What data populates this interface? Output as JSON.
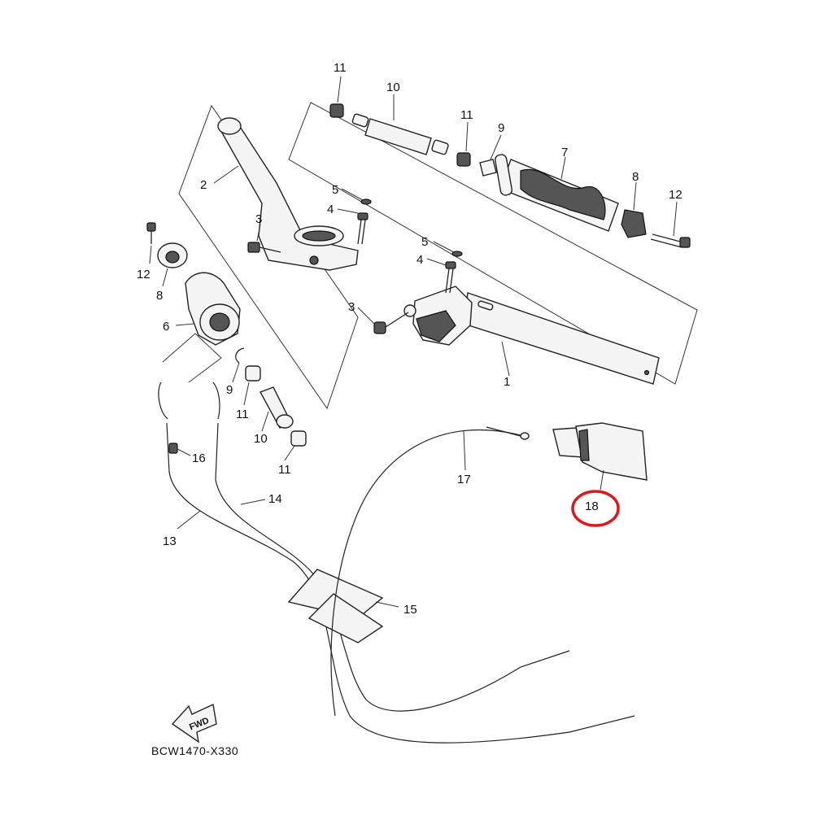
{
  "diagram": {
    "drawing_code": "BCW1470-X330",
    "fwd_label": "FWD",
    "highlight_color": "#e01818",
    "highlighted_part": "18",
    "callouts": {
      "p1": "1",
      "p2": "2",
      "p3a": "3",
      "p3b": "3",
      "p4a": "4",
      "p4b": "4",
      "p5a": "5",
      "p5b": "5",
      "p6": "6",
      "p7": "7",
      "p8a": "8",
      "p8b": "8",
      "p9a": "9",
      "p9b": "9",
      "p10a": "10",
      "p10b": "10",
      "p11a": "11",
      "p11b": "11",
      "p11c": "11",
      "p11d": "11",
      "p12a": "12",
      "p12b": "12",
      "p13": "13",
      "p14": "14",
      "p15": "15",
      "p16": "16",
      "p17": "17",
      "p18": "18"
    }
  }
}
